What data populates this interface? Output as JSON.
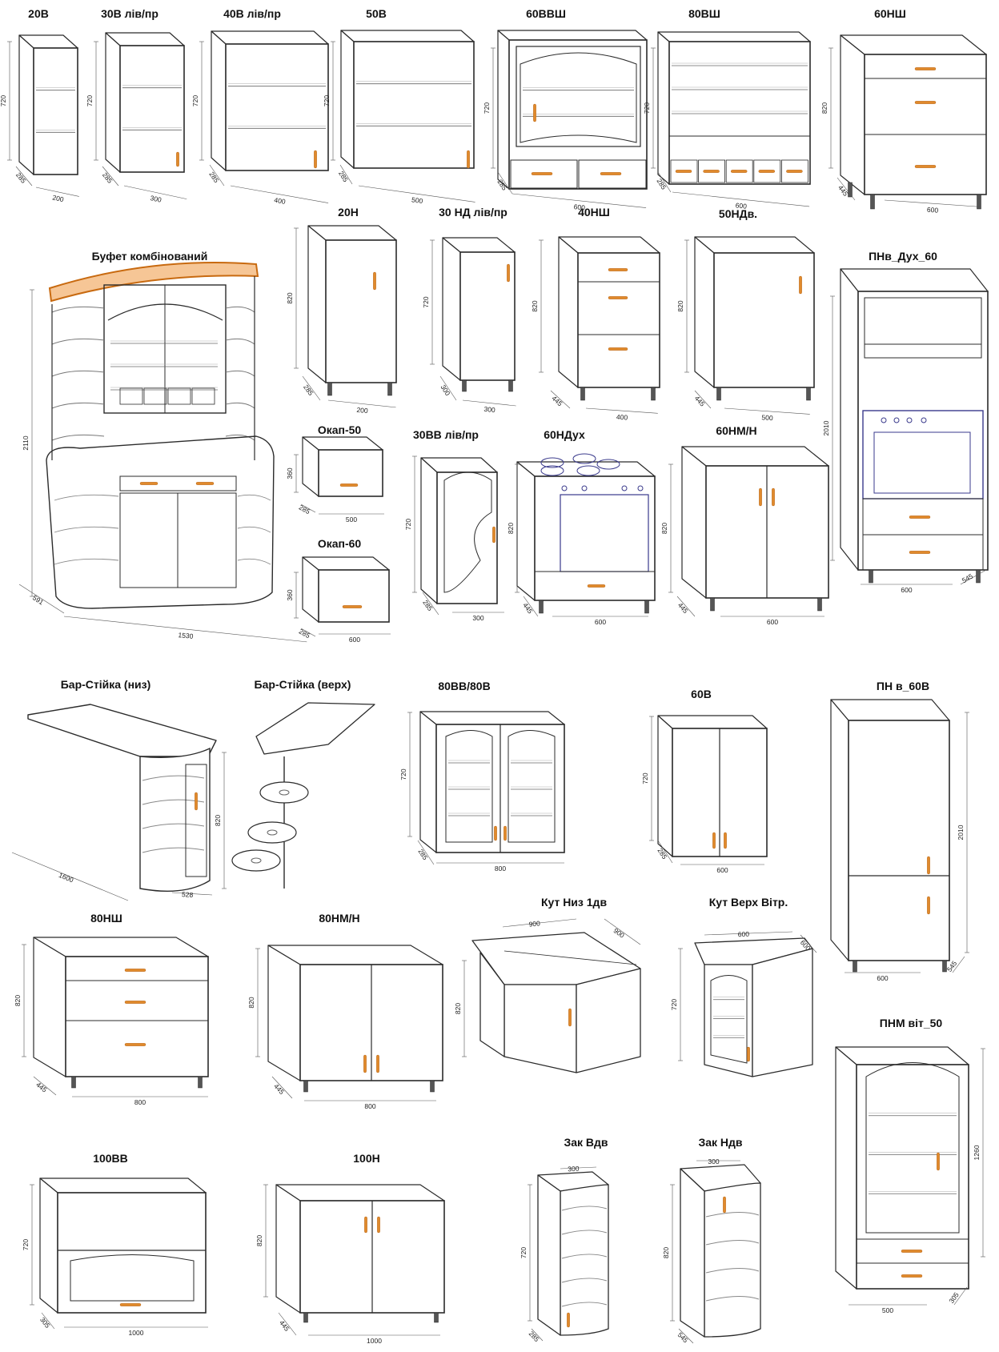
{
  "sheet": {
    "background": "#ffffff",
    "line_color": "#2b2b2b",
    "handle_color": "#e08a2c",
    "oven_color": "#3a3a8c",
    "trim_color": "#f0a050"
  },
  "modules": {
    "m20v": {
      "title": "20В",
      "h": "720",
      "d": "285",
      "w": "200"
    },
    "m30v": {
      "title": "30В лів/пр",
      "h": "720",
      "d": "285",
      "w": "300"
    },
    "m40v": {
      "title": "40В лів/пр",
      "h": "720",
      "d": "285",
      "w": "400"
    },
    "m50v": {
      "title": "50В",
      "h": "720",
      "d": "285",
      "w": "500"
    },
    "m60vvsh": {
      "title": "60ВВШ",
      "h": "720",
      "d": "285",
      "w": "600"
    },
    "m80vsh": {
      "title": "80ВШ",
      "h": "720",
      "d": "285",
      "w": "600"
    },
    "m60nsh": {
      "title": "60НШ",
      "h": "820",
      "d": "445",
      "w": "600"
    },
    "bufet": {
      "title": "Буфет комбінований",
      "h": "2110",
      "d": "591",
      "w": "1530"
    },
    "m20n": {
      "title": "20Н",
      "h": "820",
      "d": "285",
      "w": "200"
    },
    "m30nd": {
      "title": "30 НД лів/пр",
      "h": "720",
      "d": "300",
      "w": "300"
    },
    "m40nsh": {
      "title": "40НШ",
      "h": "820",
      "d": "445",
      "w": "400"
    },
    "m50ndv": {
      "title": "50НДв.",
      "h": "820",
      "d": "445",
      "w": "500"
    },
    "pnv_duh": {
      "title": "ПНв_Дух_60",
      "h": "2010",
      "d": "545",
      "w": "600"
    },
    "okap50": {
      "title": "Окап-50",
      "h": "360",
      "d": "285",
      "w": "500"
    },
    "okap60": {
      "title": "Окап-60",
      "h": "360",
      "d": "285",
      "w": "600"
    },
    "m30vv": {
      "title": "30ВВ лів/пр",
      "h": "720",
      "d": "285",
      "w": "300"
    },
    "m60nduh": {
      "title": "60НДух",
      "h": "820",
      "d": "445",
      "w": "600"
    },
    "m60nmn": {
      "title": "60НМ/Н",
      "h": "820",
      "d": "445",
      "w": "600"
    },
    "bar_niz": {
      "title": "Бар-Стійка (низ)",
      "h": "820",
      "d": "528",
      "w": "1600"
    },
    "bar_verh": {
      "title": "Бар-Стійка (верх)"
    },
    "m80vv": {
      "title": "80ВВ/80В",
      "h": "720",
      "d": "285",
      "w": "800"
    },
    "m60v": {
      "title": "60В",
      "h": "720",
      "d": "285",
      "w": "600"
    },
    "pn60v": {
      "title": "ПН в_60В",
      "h": "2010",
      "d": "545",
      "w": "600"
    },
    "m80nsh": {
      "title": "80НШ",
      "h": "820",
      "d": "445",
      "w": "800"
    },
    "m80nmn": {
      "title": "80НМ/Н",
      "h": "820",
      "d": "445",
      "w": "800"
    },
    "kut_niz": {
      "title": "Кут Низ 1дв",
      "h": "820",
      "a": "900",
      "b": "900"
    },
    "kut_verh": {
      "title": "Кут Верх Вітр.",
      "h": "720",
      "a": "600",
      "b": "600"
    },
    "pnm": {
      "title": "ПНМ віт_50",
      "h": "1260",
      "d": "305",
      "w": "500"
    },
    "m100vv": {
      "title": "100ВВ",
      "h": "720",
      "d": "305",
      "w": "1000"
    },
    "m100n": {
      "title": "100Н",
      "h": "820",
      "d": "445",
      "w": "1000"
    },
    "zak_vdv": {
      "title": "Зак Вдв",
      "h": "720",
      "d": "285",
      "w": "300"
    },
    "zak_ndv": {
      "title": "Зак Ндв",
      "h": "820",
      "d": "545",
      "w": "300"
    }
  }
}
